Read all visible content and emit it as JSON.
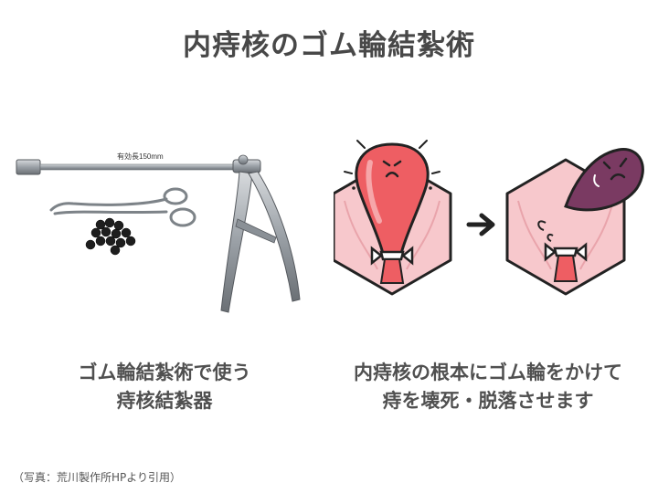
{
  "slide": {
    "title": "内痔核のゴム輪結紮術",
    "photo": {
      "measure_label": "有効長150mm"
    },
    "caption_left": {
      "line1": "ゴム輪結紮術で使う",
      "line2": "痔核結紮器"
    },
    "caption_right": {
      "line1": "内痔核の根本にゴム輪をかけて",
      "line2": "痔を壊死・脱落させます"
    },
    "source": "（写真：荒川製作所HPより引用）"
  },
  "colors": {
    "hexagon_fill": "#f7c8cc",
    "outline": "#222222",
    "hemorrhoid_red": "#ee5e63",
    "hemorrhoid_purple": "#7a3a62",
    "metal": "#9aa0a6"
  }
}
